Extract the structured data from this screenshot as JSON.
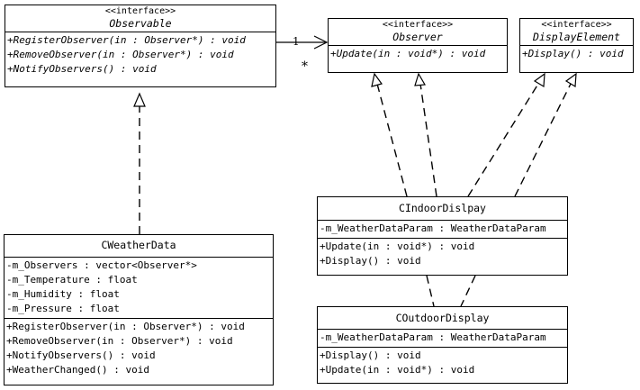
{
  "classes": {
    "observable": {
      "stereotype": "<<interface>>",
      "name": "Observable",
      "methods": [
        "+RegisterObserver(in  : Observer*) : void",
        "+RemoveObserver(in  : Observer*) : void",
        "+NotifyObservers() : void"
      ]
    },
    "observer": {
      "stereotype": "<<interface>>",
      "name": "Observer",
      "methods": [
        "+Update(in  : void*) : void"
      ]
    },
    "display_element": {
      "stereotype": "<<interface>>",
      "name": "DisplayElement",
      "methods": [
        "+Display() : void"
      ]
    },
    "weather_data": {
      "name": "CWeatherData",
      "attributes": [
        "-m_Observers : vector<Observer*>",
        "-m_Temperature : float",
        "-m_Humidity : float",
        "-m_Pressure : float"
      ],
      "methods": [
        "+RegisterObserver(in  : Observer*) : void",
        "+RemoveObserver(in  : Observer*) : void",
        "+NotifyObservers() : void",
        "+WeatherChanged() : void"
      ]
    },
    "indoor_display": {
      "name": "CIndoorDislpay",
      "attributes": [
        "-m_WeatherDataParam : WeatherDataParam"
      ],
      "methods": [
        "+Update(in  : void*) : void",
        "+Display() : void"
      ]
    },
    "outdoor_display": {
      "name": "COutdoorDisplay",
      "attributes": [
        "-m_WeatherDataParam : WeatherDataParam"
      ],
      "methods": [
        "+Display() : void",
        "+Update(in  : void*) : void"
      ]
    }
  },
  "association": {
    "source_multiplicity": "1",
    "target_multiplicity": "*"
  }
}
